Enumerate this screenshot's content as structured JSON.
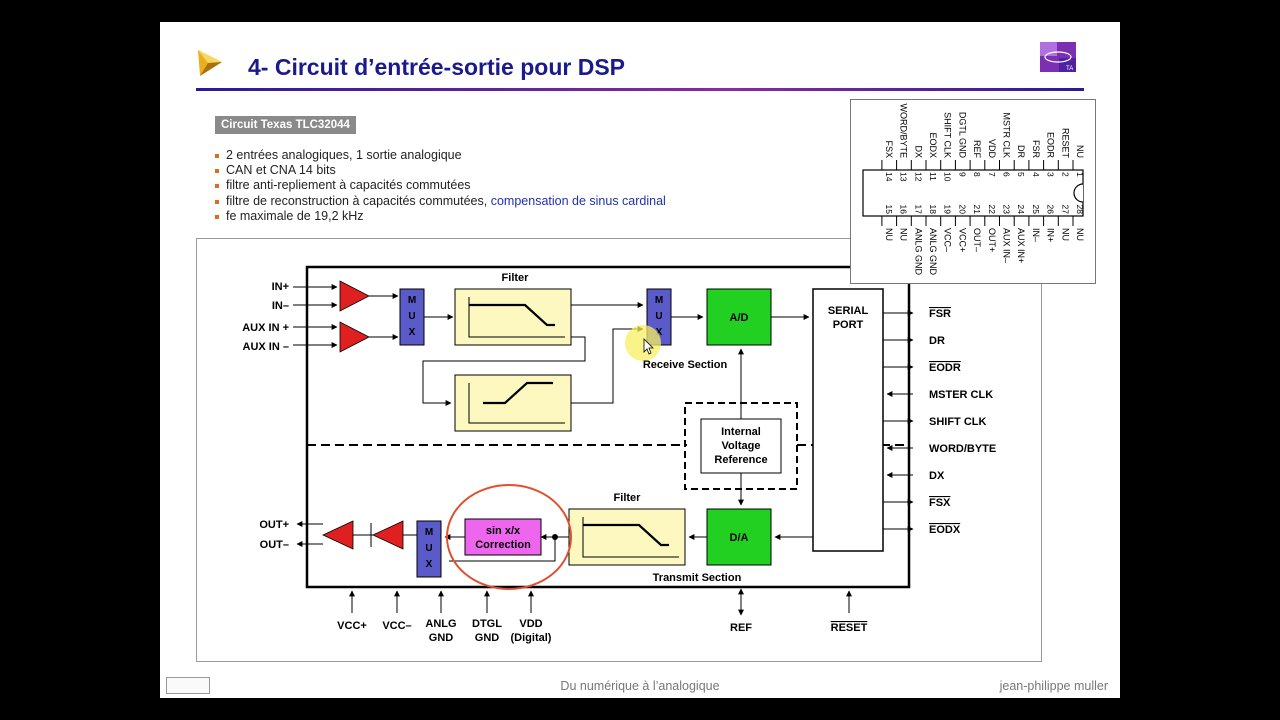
{
  "slide": {
    "title": "4- Circuit d’entrée-sortie pour DSP",
    "badge": "Circuit Texas TLC32044",
    "bullets": [
      "2 entrées analogiques, 1 sortie analogique",
      "CAN et CNA 14 bits",
      "filtre anti-repliement à capacités commutées",
      "filtre de reconstruction à capacités commutées,",
      "fe maximale de 19,2 kHz"
    ],
    "bullet_highlight": "compensation de sinus cardinal",
    "logo_text": "TA"
  },
  "diagram": {
    "inputs": [
      "IN+",
      "IN–",
      "AUX IN +",
      "AUX IN –"
    ],
    "outputs": [
      "OUT+",
      "OUT–"
    ],
    "filter_top": "Filter",
    "filter_bottom": "Filter",
    "mux_text": "MUX",
    "ad": "A/D",
    "da": "D/A",
    "receive_section": "Receive Section",
    "transmit_section": "Transmit Section",
    "serial_port": [
      "SERIAL",
      "PORT"
    ],
    "vref": [
      "Internal",
      "Voltage",
      "Reference"
    ],
    "sinx": [
      "sin x/x",
      "Correction"
    ],
    "serial_signals": [
      "FSR",
      "DR",
      "EODR",
      "MSTER CLK",
      "SHIFT CLK",
      "WORD/BYTE",
      "DX",
      "FSX",
      "EODX"
    ],
    "power_pins": {
      "vcc_plus": "VCC+",
      "vcc_minus": "VCC–",
      "anlg_gnd": [
        "ANLG",
        "GND"
      ],
      "dtgl_gnd": [
        "DTGL",
        "GND"
      ],
      "vdd": [
        "VDD",
        "(Digital)"
      ],
      "ref": "REF",
      "reset": "RESET"
    }
  },
  "pinout": {
    "left_pins": [
      {
        "num": "1",
        "name": "NU"
      },
      {
        "num": "2",
        "name": "RESET"
      },
      {
        "num": "3",
        "name": "EODR"
      },
      {
        "num": "4",
        "name": "FSR"
      },
      {
        "num": "5",
        "name": "DR"
      },
      {
        "num": "6",
        "name": "MSTR CLK"
      },
      {
        "num": "7",
        "name": "VDD"
      },
      {
        "num": "8",
        "name": "REF"
      },
      {
        "num": "9",
        "name": "DGTL GND"
      },
      {
        "num": "10",
        "name": "SHIFT CLK"
      },
      {
        "num": "11",
        "name": "EODX"
      },
      {
        "num": "12",
        "name": "DX"
      },
      {
        "num": "13",
        "name": "WORD/BYTE"
      },
      {
        "num": "14",
        "name": "FSX"
      }
    ],
    "right_pins": [
      {
        "num": "28",
        "name": "NU"
      },
      {
        "num": "27",
        "name": "NU"
      },
      {
        "num": "26",
        "name": "IN+"
      },
      {
        "num": "25",
        "name": "IN–"
      },
      {
        "num": "24",
        "name": "AUX IN+"
      },
      {
        "num": "23",
        "name": "AUX IN–"
      },
      {
        "num": "22",
        "name": "OUT+"
      },
      {
        "num": "21",
        "name": "OUT–"
      },
      {
        "num": "20",
        "name": "VCC+"
      },
      {
        "num": "19",
        "name": "VCC–"
      },
      {
        "num": "18",
        "name": "ANLG GND"
      },
      {
        "num": "17",
        "name": "ANLG GND"
      },
      {
        "num": "16",
        "name": "NU"
      },
      {
        "num": "15",
        "name": "NU"
      }
    ]
  },
  "footer": {
    "center": "Du numérique à l’analogique",
    "right": "jean-philippe muller"
  },
  "colors": {
    "title": "#1a1a8c",
    "amp": "#e02020",
    "mux": "#5a5ac8",
    "filter": "#fdf8c0",
    "converter": "#22d022",
    "sinx": "#ee66ee",
    "highlight_circle": "#e05030",
    "bullet": "#e06a20"
  }
}
